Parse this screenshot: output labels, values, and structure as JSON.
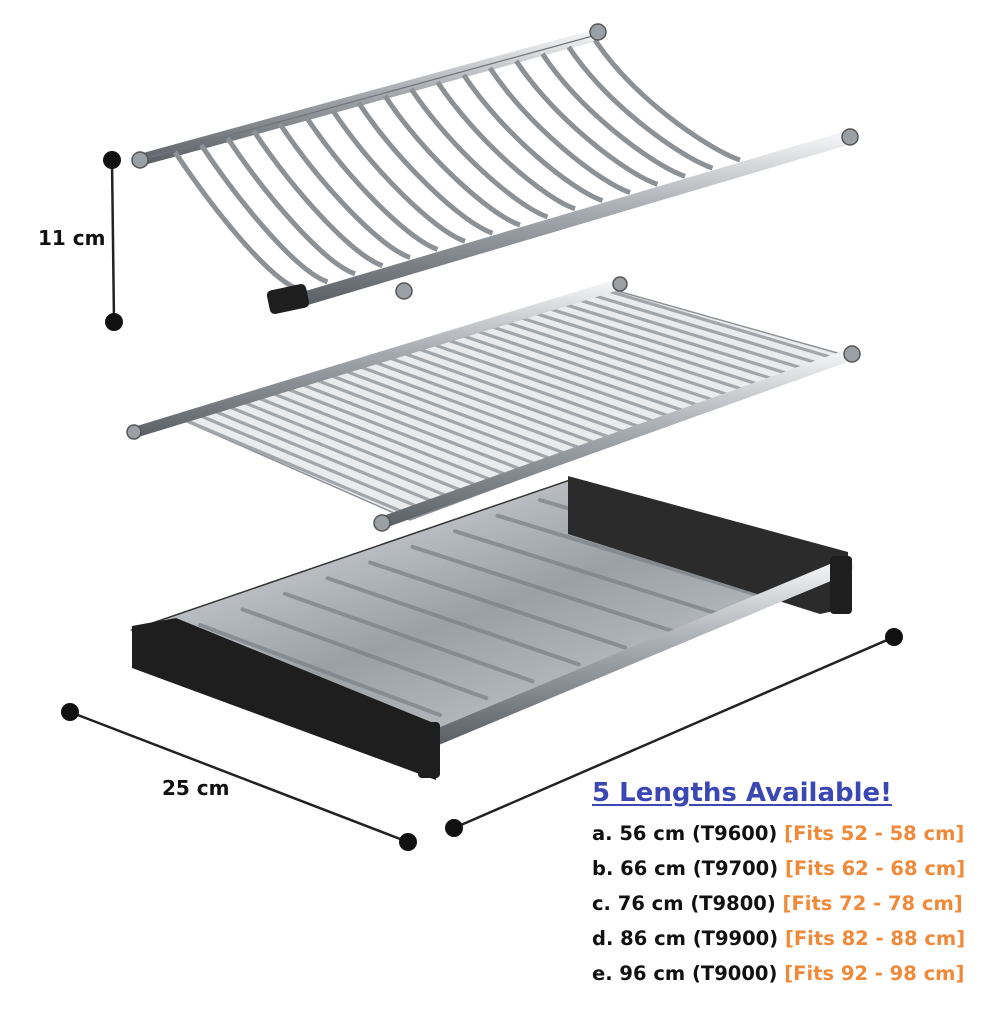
{
  "labels": {
    "height": "11 cm",
    "depth": "25 cm"
  },
  "lengths": {
    "title": "5 Lengths Available!",
    "items": [
      {
        "size": "a. 56 cm (T9600)",
        "fit": "[Fits 52 - 58 cm]"
      },
      {
        "size": "b. 66 cm (T9700)",
        "fit": "[Fits 62 - 68 cm]"
      },
      {
        "size": "c. 76 cm (T9800)",
        "fit": "[Fits 72 - 78 cm]"
      },
      {
        "size": "d. 86 cm (T9900)",
        "fit": "[Fits 82 - 88 cm]"
      },
      {
        "size": "e. 96 cm (T9000)",
        "fit": "[Fits 92 - 98 cm]"
      }
    ]
  },
  "colors": {
    "title": "#3b47b3",
    "fit_text": "#ef8a3a",
    "steel": "#b8bcc0",
    "frame": "#1e1e1e"
  }
}
